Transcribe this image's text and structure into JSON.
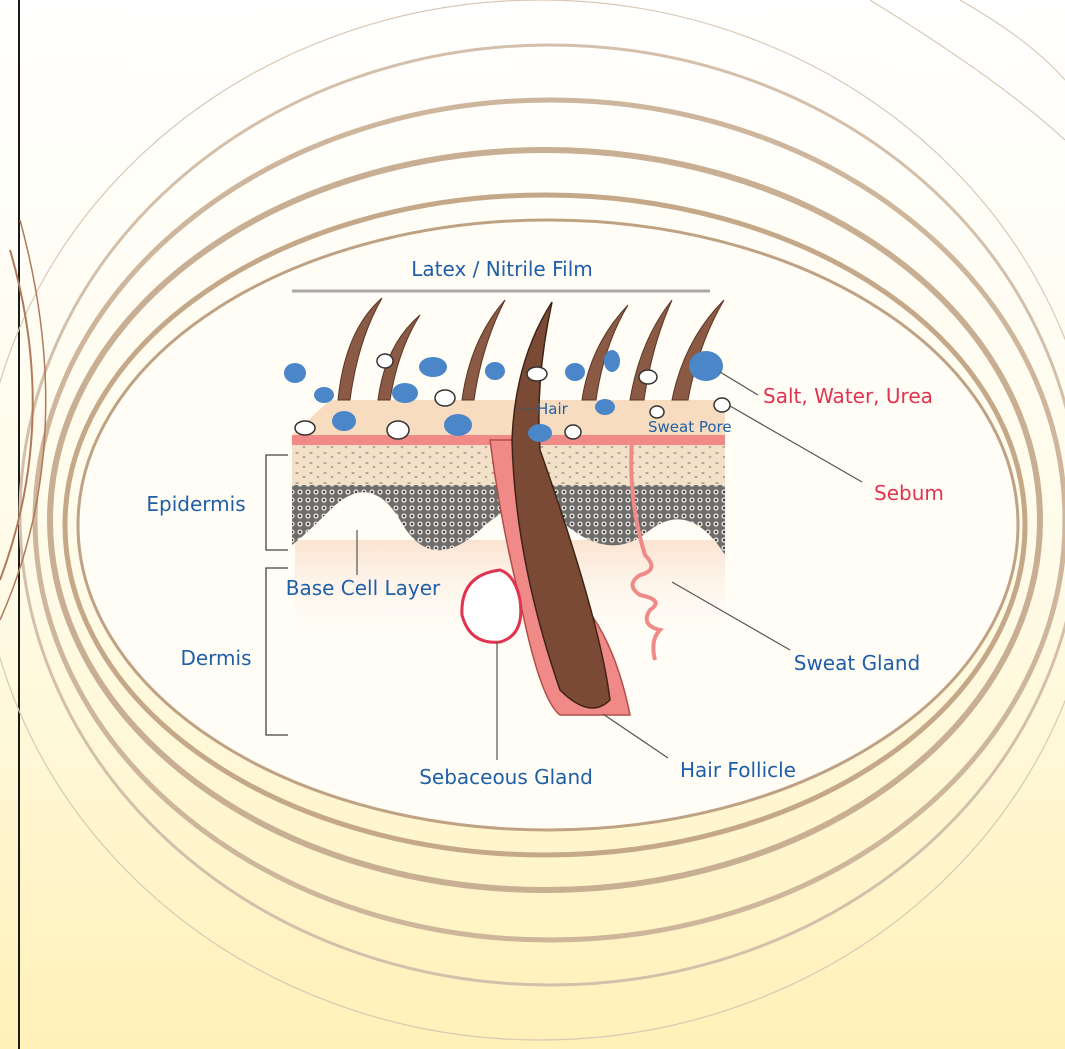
{
  "labels": {
    "film": "Latex / Nitrile Film",
    "salt": "Salt, Water, Urea",
    "sebum": "Sebum",
    "hair": "Hair",
    "sweat_pore": "Sweat Pore",
    "epidermis": "Epidermis",
    "base_cell_layer": "Base Cell Layer",
    "dermis": "Dermis",
    "sweat_gland": "Sweat Gland",
    "sebaceous_gland": "Sebaceous Gland",
    "hair_follicle": "Hair Follicle"
  },
  "colors": {
    "label_blue": "#1f5fa8",
    "label_red": "#e0334f",
    "hair": "#8a5a44",
    "droplet": "#4a86c8",
    "skin_top": "#f8dcc0",
    "skin_line": "#f08a86",
    "background_glow": "#fff5c8"
  }
}
